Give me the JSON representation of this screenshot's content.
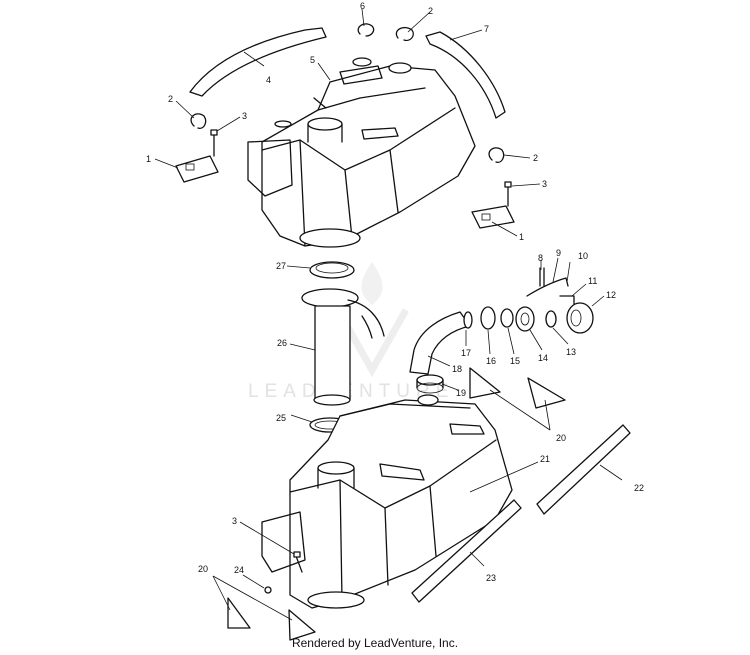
{
  "watermark": "LEADVENTURE",
  "footer": "Rendered by LeadVenture, Inc.",
  "callouts": {
    "c1a": "1",
    "c1b": "1",
    "c2a": "2",
    "c2b": "2",
    "c2c": "2",
    "c3a": "3",
    "c3b": "3",
    "c3c": "3",
    "c4": "4",
    "c5": "5",
    "c6": "6",
    "c7": "7",
    "c8": "8",
    "c9": "9",
    "c10": "10",
    "c11": "11",
    "c12": "12",
    "c13": "13",
    "c14": "14",
    "c15": "15",
    "c16": "16",
    "c17": "17",
    "c18": "18",
    "c19": "19",
    "c20a": "20",
    "c20b": "20",
    "c21": "21",
    "c22": "22",
    "c23": "23",
    "c24": "24",
    "c25": "25",
    "c26": "26",
    "c27": "27"
  }
}
